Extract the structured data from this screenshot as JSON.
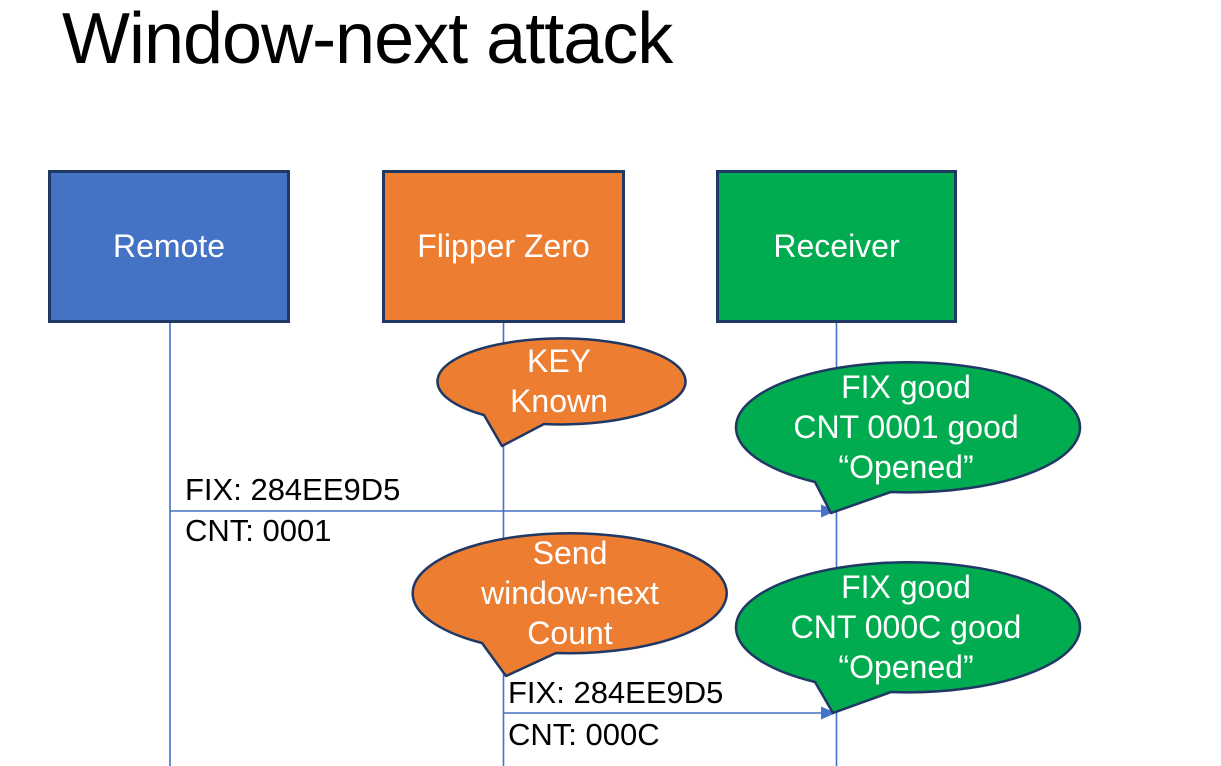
{
  "title": "Window-next attack",
  "colors": {
    "blue": "#4472C4",
    "orange": "#ED7D31",
    "green": "#00AC4F",
    "outline": "#1F3864",
    "connector": "#4472C4",
    "text_light": "#FFFFFF",
    "text_dark": "#000000"
  },
  "actors": [
    {
      "label": "Remote",
      "fill": "#4472C4"
    },
    {
      "label": "Flipper Zero",
      "fill": "#ED7D31"
    },
    {
      "label": "Receiver",
      "fill": "#00AC4F"
    }
  ],
  "callouts": [
    {
      "fill": "#ED7D31",
      "lines": [
        "KEY",
        "Known"
      ]
    },
    {
      "fill": "#00AC4F",
      "lines": [
        "FIX good",
        "CNT 0001 good",
        "“Opened”"
      ]
    },
    {
      "fill": "#ED7D31",
      "lines": [
        "Send",
        "window-next",
        "Count"
      ]
    },
    {
      "fill": "#00AC4F",
      "lines": [
        "FIX good",
        "CNT 000C good",
        "“Opened”"
      ]
    }
  ],
  "messages": [
    {
      "from": "Remote",
      "to": "Receiver",
      "label_top": "FIX: 284EE9D5",
      "label_bottom": "CNT: 0001"
    },
    {
      "from": "Flipper Zero",
      "to": "Receiver",
      "label_top": "FIX: 284EE9D5",
      "label_bottom": "CNT: 000C"
    }
  ]
}
